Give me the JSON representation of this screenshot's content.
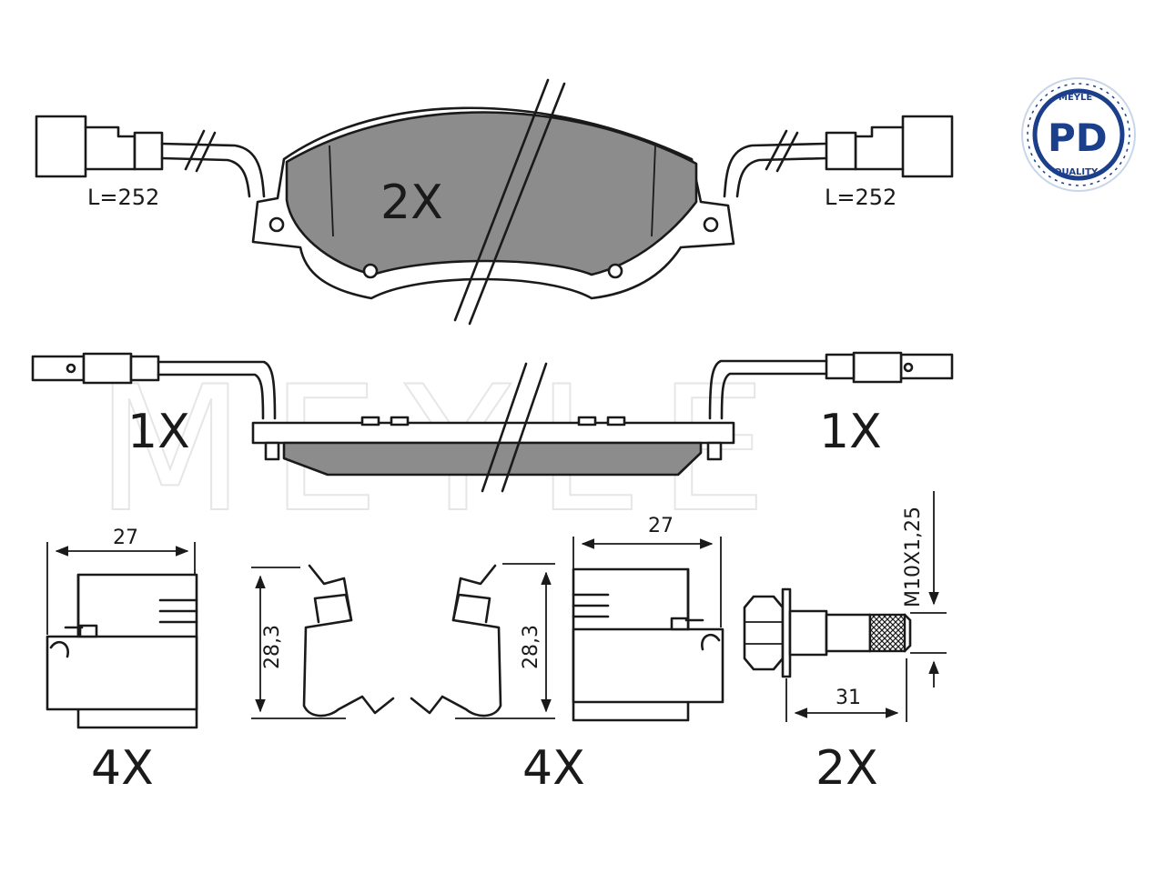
{
  "watermark": "MEYLE",
  "badge": {
    "brand": "MEYLE",
    "code": "PD",
    "tag": "QUALITY",
    "color": "#1b3f8b",
    "ring": "#c9d6ea"
  },
  "top_view": {
    "quantity": "2X",
    "wire_left_length": "L=252",
    "wire_right_length": "L=252"
  },
  "side_view": {
    "quantity_left": "1X",
    "quantity_right": "1X"
  },
  "parts": {
    "clip_left": {
      "width": "27",
      "quantity": "4X"
    },
    "spring_pair": {
      "height_left": "28,3",
      "height_right": "28,3"
    },
    "clip_right": {
      "width": "27",
      "quantity": "4X"
    },
    "bolt": {
      "thread": "M10X1,25",
      "length": "31",
      "quantity": "2X"
    }
  }
}
